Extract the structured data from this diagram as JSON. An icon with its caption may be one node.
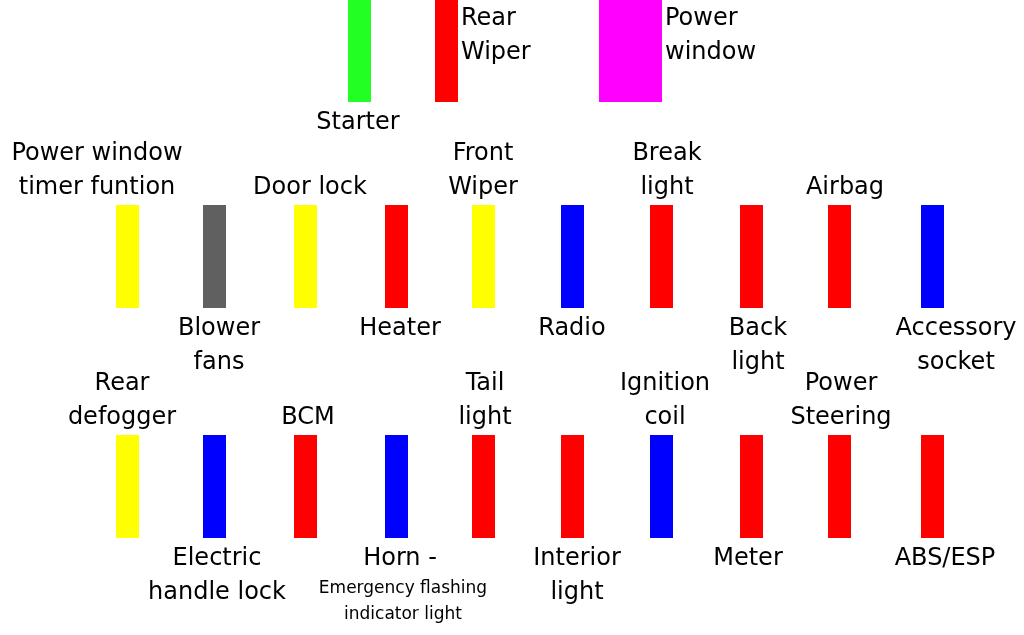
{
  "diagram": {
    "nodes": [
      {
        "text": [
          "Starter"
        ]
      },
      {
        "text": [
          "Rear Wiper"
        ]
      },
      {
        "text": [
          "Power window"
        ]
      },
      {
        "text": [
          "Power window timer funtion"
        ]
      },
      {
        "text": [
          "Blower fans"
        ]
      },
      {
        "text": [
          "Door lock"
        ]
      },
      {
        "text": [
          "Heater"
        ]
      },
      {
        "text": [
          "Front Wiper"
        ]
      },
      {
        "text": [
          "Radio"
        ]
      },
      {
        "text": [
          "Break light"
        ]
      },
      {
        "text": [
          "Back light"
        ]
      },
      {
        "text": [
          "Airbag"
        ]
      },
      {
        "text": [
          "Accessory socket"
        ]
      },
      {
        "text": [
          "Rear defogger"
        ]
      },
      {
        "text": [
          "Electric handle lock"
        ]
      },
      {
        "text": [
          "BCM"
        ]
      },
      {
        "text": [
          "Horn -",
          "Emergency flashing indicator light"
        ]
      },
      {
        "text": [
          "Tail light"
        ]
      },
      {
        "text": [
          "Interior light"
        ]
      },
      {
        "text": [
          "Ignition coil"
        ]
      },
      {
        "text": [
          "Meter"
        ]
      },
      {
        "text": [
          "Power Steering"
        ]
      },
      {
        "text": [
          "ABS/ESP"
        ]
      }
    ]
  }
}
